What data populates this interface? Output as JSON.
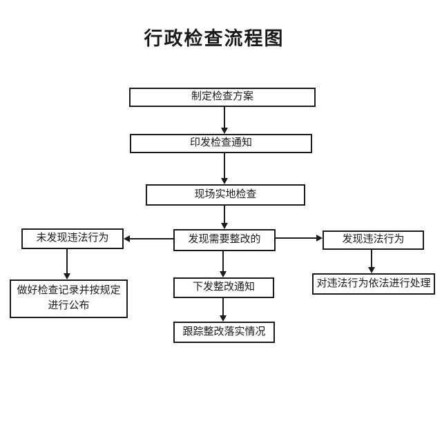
{
  "title": "行政检查流程图",
  "colors": {
    "ink": "#1a1a1a",
    "background": "#ffffff"
  },
  "flowchart": {
    "nodes": {
      "plan": {
        "label": "制定检查方案"
      },
      "notice": {
        "label": "印发检查通知"
      },
      "onsite": {
        "label": "现场实地检查"
      },
      "need_rectify": {
        "label": "发现需要整改的"
      },
      "no_violation": {
        "label": "未发现违法行为"
      },
      "violation": {
        "label": "发现违法行为"
      },
      "record_publish": {
        "label": "做好检查记录并按规定进行公布"
      },
      "rectify_notice": {
        "label": "下发整改通知"
      },
      "handle_violation": {
        "label": "对违法行为依法进行处理"
      },
      "track": {
        "label": "跟踪整改落实情况"
      }
    },
    "edges": [
      {
        "from": "plan",
        "to": "notice"
      },
      {
        "from": "notice",
        "to": "onsite"
      },
      {
        "from": "onsite",
        "to": "need_rectify"
      },
      {
        "from": "need_rectify",
        "to": "no_violation"
      },
      {
        "from": "need_rectify",
        "to": "violation"
      },
      {
        "from": "need_rectify",
        "to": "rectify_notice"
      },
      {
        "from": "no_violation",
        "to": "record_publish"
      },
      {
        "from": "violation",
        "to": "handle_violation"
      },
      {
        "from": "rectify_notice",
        "to": "track"
      }
    ]
  }
}
